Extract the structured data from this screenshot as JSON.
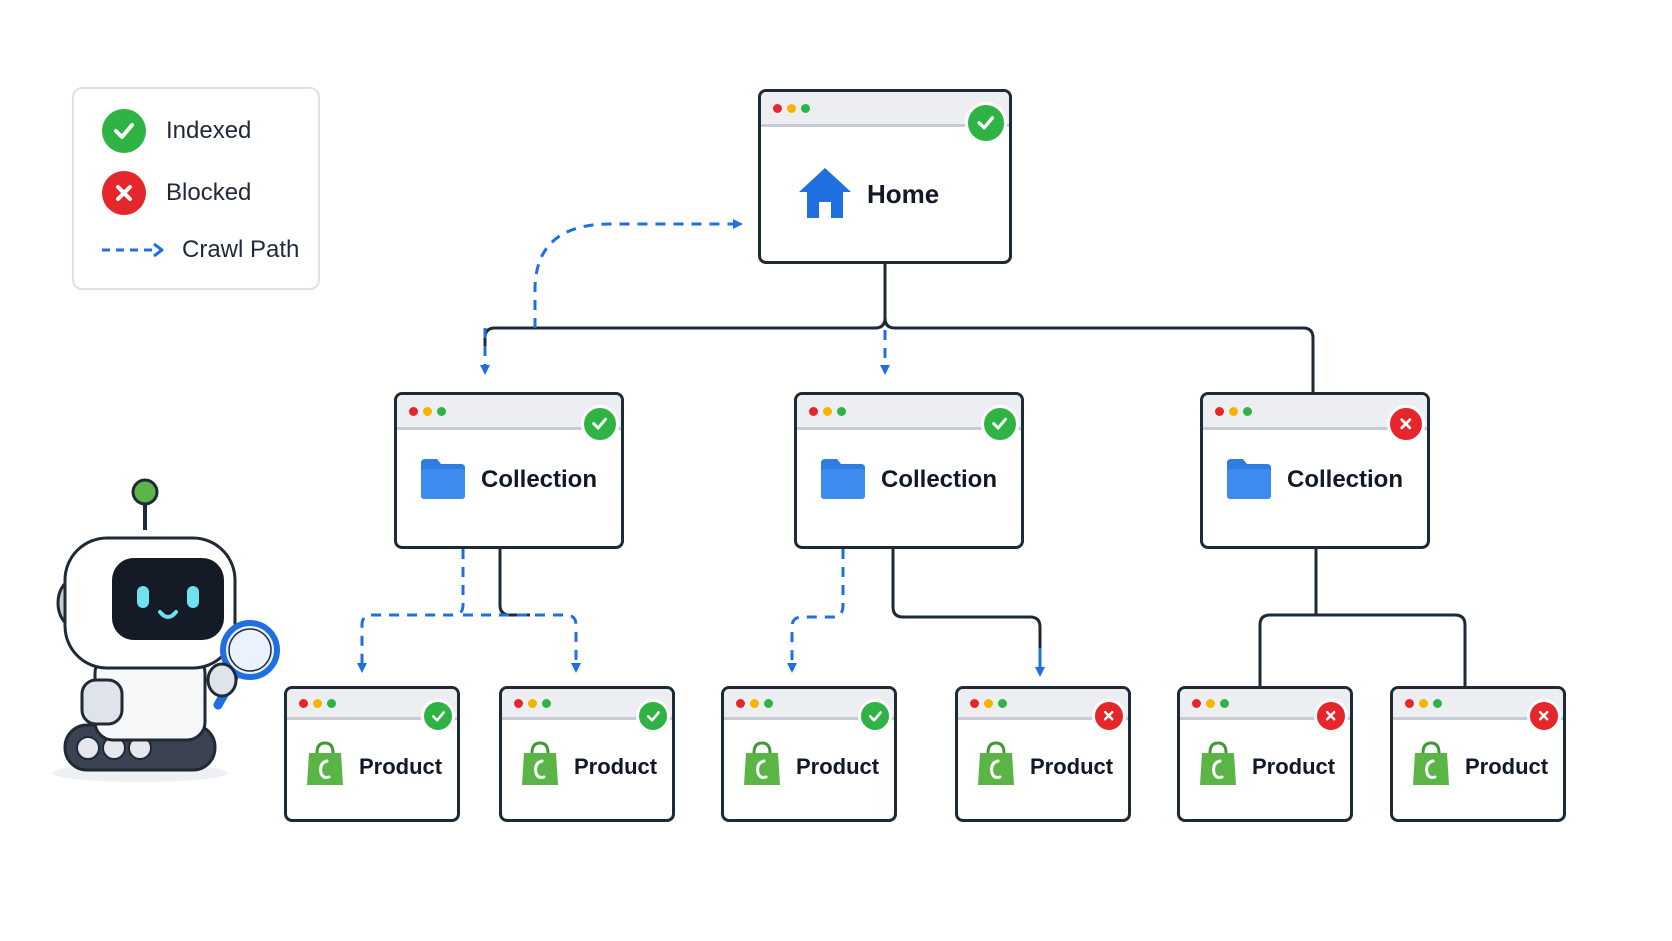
{
  "legend": {
    "indexed_label": "Indexed",
    "blocked_label": "Blocked",
    "crawl_label": "Crawl Path"
  },
  "colors": {
    "indexed": "#2fb344",
    "blocked": "#e5262b",
    "crawl": "#1f6fe0",
    "line": "#1f2a37",
    "folder": "#2f7de1",
    "home": "#1f6fe0",
    "bag": "#5bb446"
  },
  "pages": {
    "home": {
      "label": "Home",
      "status": "indexed",
      "icon": "house-icon"
    },
    "collections": [
      {
        "label": "Collection",
        "status": "indexed",
        "icon": "folder-icon"
      },
      {
        "label": "Collection",
        "status": "indexed",
        "icon": "folder-icon"
      },
      {
        "label": "Collection",
        "status": "blocked",
        "icon": "folder-icon"
      }
    ],
    "products": [
      {
        "label": "Product",
        "status": "indexed",
        "icon": "shopping-bag-icon"
      },
      {
        "label": "Product",
        "status": "indexed",
        "icon": "shopping-bag-icon"
      },
      {
        "label": "Product",
        "status": "indexed",
        "icon": "shopping-bag-icon"
      },
      {
        "label": "Product",
        "status": "blocked",
        "icon": "shopping-bag-icon"
      },
      {
        "label": "Product",
        "status": "blocked",
        "icon": "shopping-bag-icon"
      },
      {
        "label": "Product",
        "status": "blocked",
        "icon": "shopping-bag-icon"
      }
    ]
  }
}
